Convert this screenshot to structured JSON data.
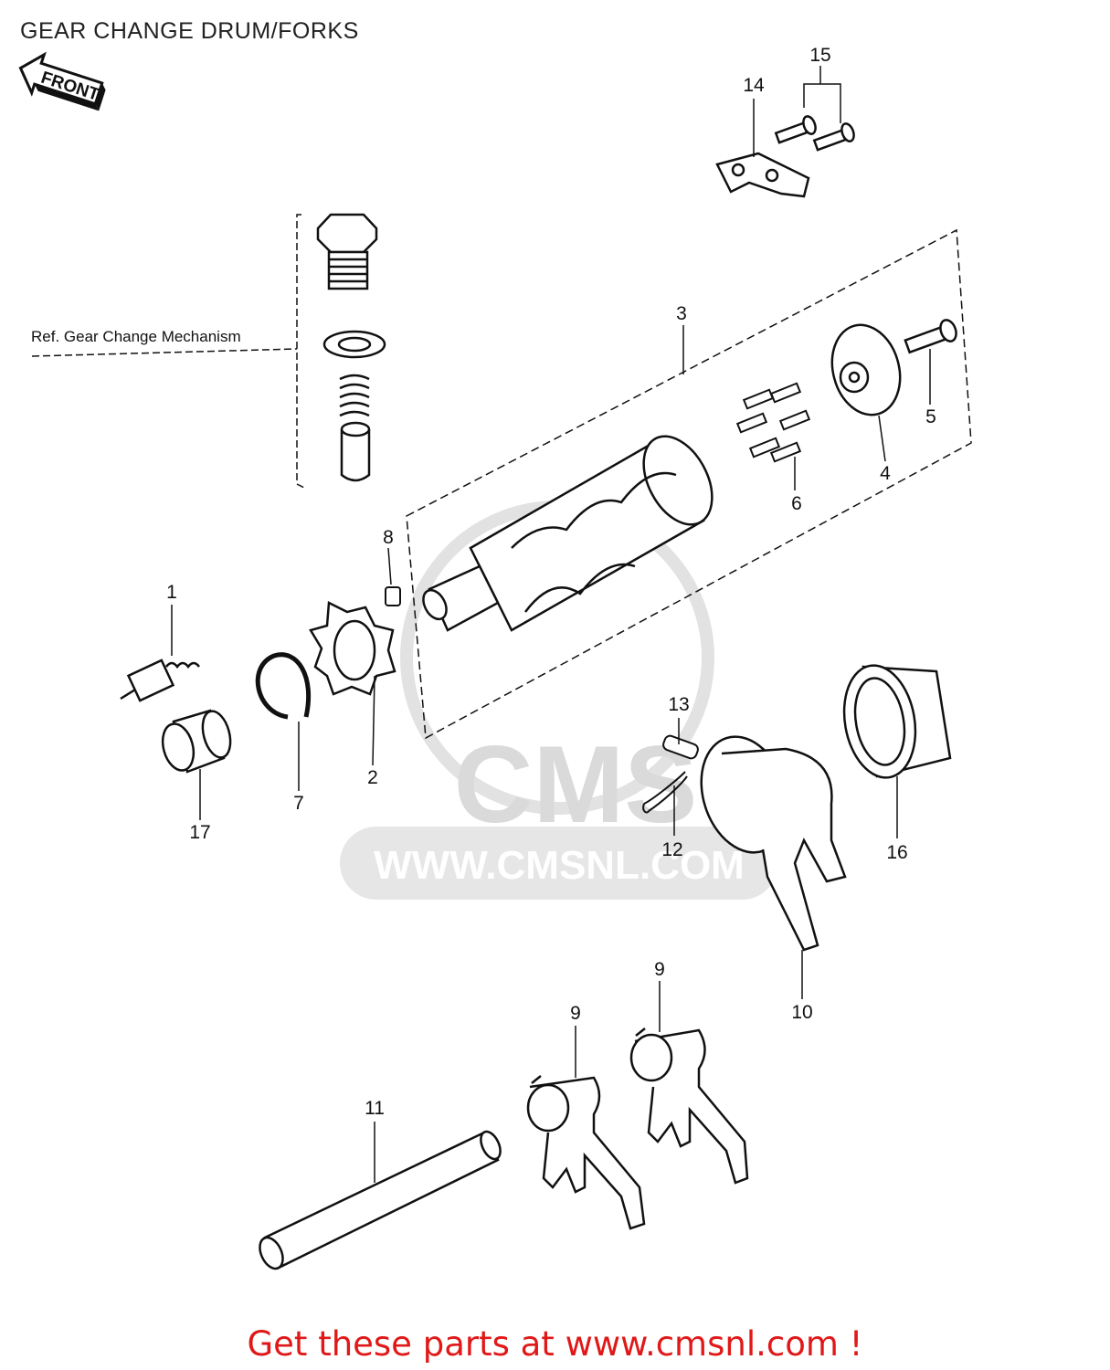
{
  "title": "GEAR CHANGE DRUM/FORKS",
  "front_label": "FRONT",
  "reference_note": "Ref. Gear Change Mechanism",
  "watermark": {
    "brand": "CMS",
    "url": "WWW.CMSNL.COM"
  },
  "callouts": [
    {
      "id": "1",
      "label": "1"
    },
    {
      "id": "2",
      "label": "2"
    },
    {
      "id": "3",
      "label": "3"
    },
    {
      "id": "4",
      "label": "4"
    },
    {
      "id": "5",
      "label": "5"
    },
    {
      "id": "6",
      "label": "6"
    },
    {
      "id": "7",
      "label": "7"
    },
    {
      "id": "8",
      "label": "8"
    },
    {
      "id": "9a",
      "label": "9"
    },
    {
      "id": "9b",
      "label": "9"
    },
    {
      "id": "10",
      "label": "10"
    },
    {
      "id": "11",
      "label": "11"
    },
    {
      "id": "12",
      "label": "12"
    },
    {
      "id": "13",
      "label": "13"
    },
    {
      "id": "14",
      "label": "14"
    },
    {
      "id": "15",
      "label": "15"
    },
    {
      "id": "16",
      "label": "16"
    },
    {
      "id": "17",
      "label": "17"
    }
  ],
  "footer": "Get these parts at www.cmsnl.com !",
  "colors": {
    "line": "#111111",
    "footer": "#e01818",
    "watermark": "#dcdcdc"
  }
}
